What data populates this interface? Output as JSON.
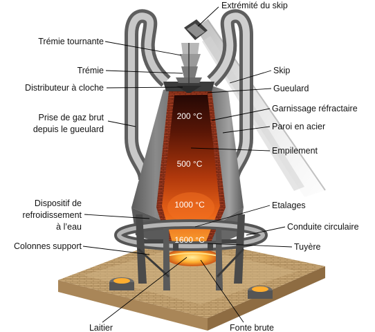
{
  "labels": {
    "skip_end": "Extrémité du skip",
    "rotating_hopper": "Trémie tournante",
    "hopper": "Trémie",
    "bell_distributor": "Distributeur à cloche",
    "gas_intake_line1": "Prise de gaz brut",
    "gas_intake_line2": "depuis le gueulard",
    "cooling_line1": "Dispositif de",
    "cooling_line2": "refroidissement",
    "cooling_line3": "à l’eau",
    "support_columns": "Colonnes support",
    "slag": "Laitier",
    "skip": "Skip",
    "throat": "Gueulard",
    "refractory_lining": "Garnissage réfractaire",
    "steel_shell": "Paroi en acier",
    "stack": "Empilement",
    "bosh": "Etalages",
    "bustle_pipe": "Conduite circulaire",
    "tuyere": "Tuyère",
    "pig_iron": "Fonte brute"
  },
  "temperatures": [
    "200 °C",
    "500 °C",
    "1000 °C",
    "1600 °C"
  ],
  "colors": {
    "shell": "#7d7d7d",
    "shell_dark": "#4e4e4e",
    "shell_light": "#b5b5b5",
    "hot_core": "#f07a1a",
    "cool_core": "#2a0a05",
    "brick": "#a03c22",
    "platform": "#c7a878"
  }
}
